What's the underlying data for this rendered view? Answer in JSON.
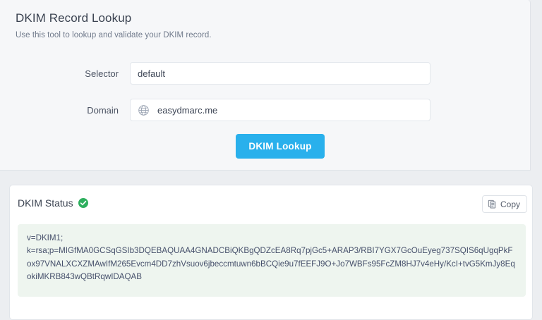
{
  "lookup": {
    "title": "DKIM Record Lookup",
    "subtitle": "Use this tool to lookup and validate your DKIM record.",
    "fields": [
      {
        "label": "Selector",
        "value": "default",
        "icon": ""
      },
      {
        "label": "Domain",
        "value": "easydmarc.me",
        "icon": "globe-icon"
      }
    ],
    "submit_label": "DKIM Lookup",
    "submit_color": "#29b0ec"
  },
  "result": {
    "status_label": "DKIM Status",
    "status_icon": "check-circle-icon",
    "status_color": "#2eaf5e",
    "copy_label": "Copy",
    "copy_icon": "copy-icon",
    "record_lines": [
      "v=DKIM1;",
      "k=rsa;p=MIGfMA0GCSqGSIb3DQEBAQUAA4GNADCBiQKBgQDZcEA8Rq7pjGc5+ARAP3/RBI7YGX7GcOuEyeg737SQIS6qUgqPkFox97VNALXCXZMAwIfM265Evcm4DD7zhVsuov6jbeccmtuwn6bBCQie9u7fEEFJ9O+Jo7WBFs95FcZM8HJ7v4eHy/KcI+tvG5KmJy8EqokiMKRB843wQBtRqwIDAQAB"
    ]
  }
}
